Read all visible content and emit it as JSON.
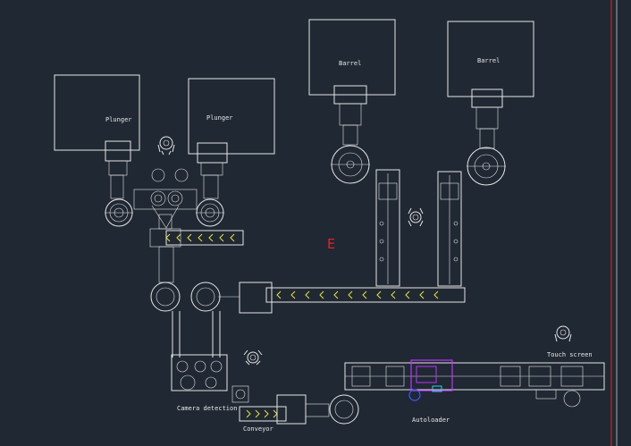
{
  "labels": {
    "plunger_left": "Plunger",
    "plunger_right": "Plunger",
    "barrel_left": "Barrel",
    "barrel_right": "Barrel",
    "camera": "Camera detection",
    "conveyor": "Conveyor",
    "autoloader": "Autoloader",
    "touch_screen": "Touch screen",
    "marker": "E"
  },
  "colors": {
    "background": "#202833",
    "line": "#e6e6e6",
    "conveyor_arrows": "#e8e43a",
    "frame_edge": "#e0242a",
    "autoloader_highlight": "#c032ff",
    "sensor_cyan": "#2ad6e6",
    "sensor_blue": "#3a5cff"
  },
  "icons": [
    "robot-gripper-icon",
    "robot-gripper-icon",
    "robot-gripper-icon",
    "robot-gripper-icon"
  ]
}
